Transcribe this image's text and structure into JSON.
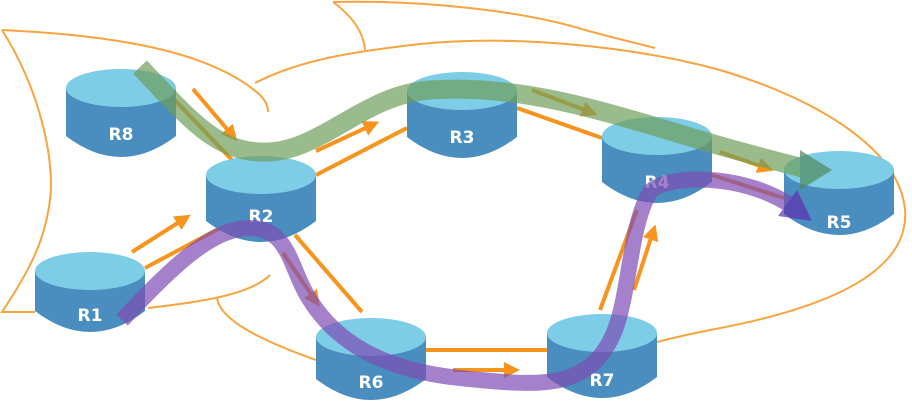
{
  "diagram": {
    "title": "Network path diagram",
    "colors": {
      "router_top": "#7ecde6",
      "router_side": "#4a8dbf",
      "link": "#f7941d",
      "outline": "#f7a441",
      "path_green": "#6f9e5a",
      "path_purple": "#7d4bb3",
      "label": "#ffffff"
    },
    "routers": [
      {
        "id": "R8",
        "label": "R8"
      },
      {
        "id": "R2",
        "label": "R2"
      },
      {
        "id": "R3",
        "label": "R3"
      },
      {
        "id": "R4",
        "label": "R4"
      },
      {
        "id": "R5",
        "label": "R5"
      },
      {
        "id": "R1",
        "label": "R1"
      },
      {
        "id": "R6",
        "label": "R6"
      },
      {
        "id": "R7",
        "label": "R7"
      }
    ],
    "links": [
      {
        "from": "R8",
        "to": "R2"
      },
      {
        "from": "R1",
        "to": "R2"
      },
      {
        "from": "R2",
        "to": "R3"
      },
      {
        "from": "R3",
        "to": "R4"
      },
      {
        "from": "R4",
        "to": "R5"
      },
      {
        "from": "R2",
        "to": "R6"
      },
      {
        "from": "R6",
        "to": "R7"
      },
      {
        "from": "R7",
        "to": "R4"
      }
    ],
    "flow_arrows": [
      {
        "from": "R8",
        "to": "R2"
      },
      {
        "from": "R1",
        "to": "R2"
      },
      {
        "from": "R2",
        "to": "R3"
      },
      {
        "from": "R3",
        "to": "R4"
      },
      {
        "from": "R4",
        "to": "R5"
      },
      {
        "from": "R2",
        "to": "R6"
      },
      {
        "from": "R6",
        "to": "R7"
      },
      {
        "from": "R7",
        "to": "R4"
      }
    ],
    "paths": [
      {
        "name": "green-path",
        "color": "#6f9e5a",
        "hops": [
          "R8",
          "R2",
          "R3",
          "R4",
          "R5"
        ]
      },
      {
        "name": "purple-path",
        "color": "#7d4bb3",
        "hops": [
          "R1",
          "R2",
          "R6",
          "R7",
          "R4",
          "R5"
        ]
      }
    ]
  }
}
